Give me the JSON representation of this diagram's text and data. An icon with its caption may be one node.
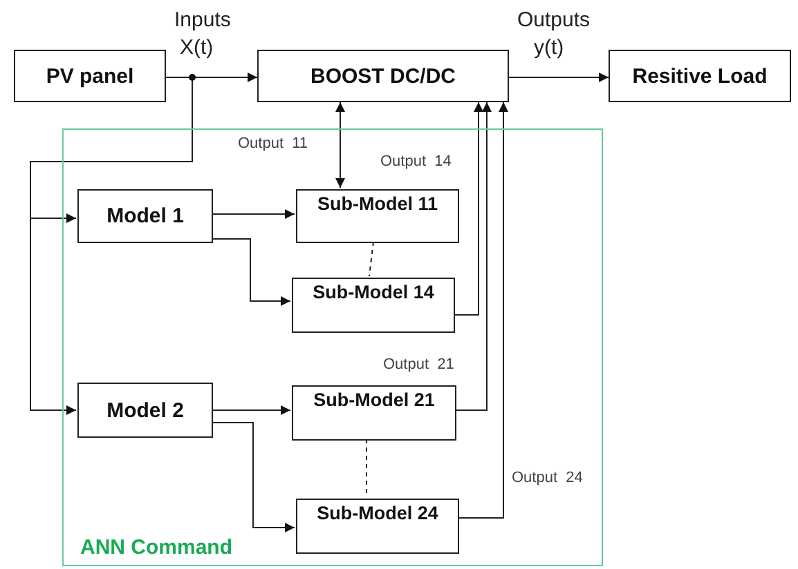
{
  "diagram": {
    "nodes": [
      {
        "text": [
          "PV panel"
        ]
      },
      {
        "text": [
          "BOOST DC/DC"
        ]
      },
      {
        "text": [
          "Resitive Load"
        ]
      },
      {
        "text": [
          "ANN Command"
        ]
      },
      {
        "text": [
          "Model 1"
        ],
        "in": 3
      },
      {
        "text": [
          "Sub-Model 11"
        ],
        "in": 3
      },
      {
        "text": [
          "Sub-Model 14"
        ],
        "in": 3
      },
      {
        "text": [
          "Model 2"
        ],
        "in": 3
      },
      {
        "text": [
          "Sub-Model 21"
        ],
        "in": 3
      },
      {
        "text": [
          "Sub-Model 24"
        ],
        "in": 3
      }
    ],
    "edges": [
      {
        "from": 0,
        "to": 1,
        "arrow": "to"
      },
      {
        "from": 0,
        "to": 4,
        "arrow": "to"
      },
      {
        "from": 0,
        "to": 7,
        "arrow": "to"
      },
      {
        "from": 1,
        "to": 2,
        "arrow": "to"
      },
      {
        "from": 4,
        "to": 5,
        "arrow": "to"
      },
      {
        "from": 4,
        "to": 6,
        "arrow": "to"
      },
      {
        "from": 7,
        "to": 8,
        "arrow": "to"
      },
      {
        "from": 7,
        "to": 9,
        "arrow": "to"
      },
      {
        "from": 5,
        "to": 1,
        "arrow": "both",
        "label": "Output  11"
      },
      {
        "from": 6,
        "to": 1,
        "arrow": "to",
        "label": "Output  14"
      },
      {
        "from": 8,
        "to": 1,
        "arrow": "to",
        "label": "Output  21"
      },
      {
        "from": 9,
        "to": 1,
        "arrow": "to",
        "label": "Output  24"
      },
      {
        "from": 5,
        "to": 6,
        "arrow": "none",
        "style": "dashed"
      },
      {
        "from": 8,
        "to": 9,
        "arrow": "none",
        "style": "dashed"
      }
    ],
    "labels": [
      "Inputs",
      "X(t)",
      "Outputs",
      "y(t)"
    ]
  }
}
